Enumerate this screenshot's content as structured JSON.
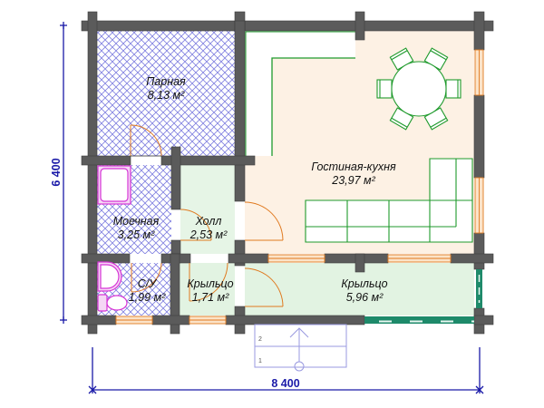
{
  "plan": {
    "rooms": [
      {
        "name": "Парная",
        "area": "8,13 м²"
      },
      {
        "name": "Гостиная-кухня",
        "area": "23,97 м²"
      },
      {
        "name": "Моечная",
        "area": "3,25 м²"
      },
      {
        "name": "Холл",
        "area": "2,53 м²"
      },
      {
        "name": "С/У",
        "area": "1,99 м²"
      },
      {
        "name": "Крыльцо",
        "area": "1,71 м²"
      },
      {
        "name": "Крыльцо",
        "area": "5,96 м²"
      }
    ],
    "dimensions": {
      "height": "6 400",
      "width": "8 400"
    },
    "stairs": {
      "steps": [
        "2",
        "1"
      ]
    }
  },
  "colors": {
    "wall": "#5b5b5b",
    "dimension": "#1a1aa8",
    "hatch": "#8080e0",
    "kitchen_floor": "#fdf1e4",
    "porch_floor": "#e2f3e2",
    "furniture": "#1f9a2c",
    "sanitary": "#d633d6",
    "door": "#e07a20",
    "railing": "#1e8a6a"
  }
}
